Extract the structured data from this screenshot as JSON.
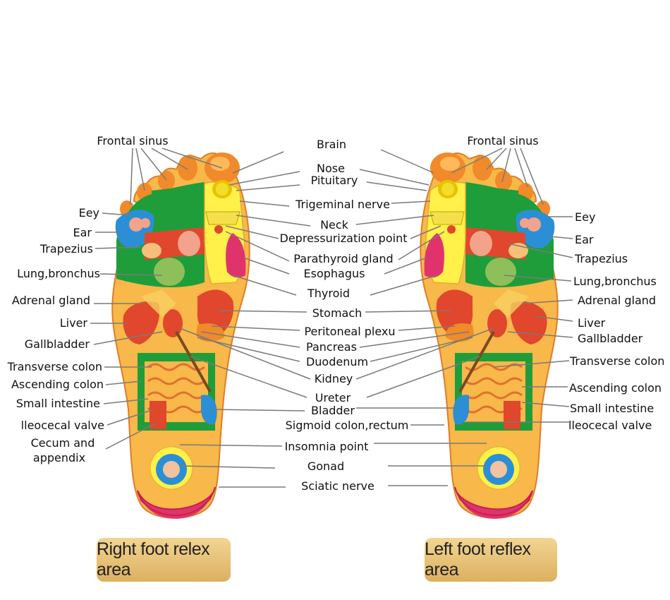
{
  "colors": {
    "foot_base": "#f8b84a",
    "green": "#1f9d3a",
    "red": "#e0472c",
    "pink": "#e1336b",
    "blue": "#2b8fd6",
    "yellow": "#fff04a",
    "orange": "#f08a2a"
  },
  "labels": {
    "center": [
      "Brain",
      "Nose",
      "Pituitary",
      "Trigeminal nerve",
      "Neck",
      "Depressurization point",
      "Parathyroid gland",
      "Esophagus",
      "Thyroid",
      "Stomach",
      "Peritoneal plexu",
      "Pancreas",
      "Duodenum",
      "Kidney",
      "Ureter",
      "Bladder",
      "Sigmoid colon,rectum",
      "Insomnia point",
      "Gonad",
      "Sciatic nerve"
    ],
    "right_foot": [
      "Frontal sinus",
      "Eey",
      "Ear",
      "Trapezius",
      "Lung,bronchus",
      "Adrenal gland",
      "Liver",
      "Gallbladder",
      "Transverse colon",
      "Ascending colon",
      "Small intestine",
      "lleocecal valve",
      "Cecum and",
      "appendix"
    ],
    "left_foot": [
      "Frontal sinus",
      "Eey",
      "Ear",
      "Trapezius",
      "Lung,bronchus",
      "Adrenal gland",
      "Liver",
      "Gallbladder",
      "Transverse colon",
      "Ascending colon",
      "Small intestine",
      "lleocecal valve"
    ]
  },
  "captions": {
    "right": "Right foot relex area",
    "left": "Left foot reflex area"
  }
}
